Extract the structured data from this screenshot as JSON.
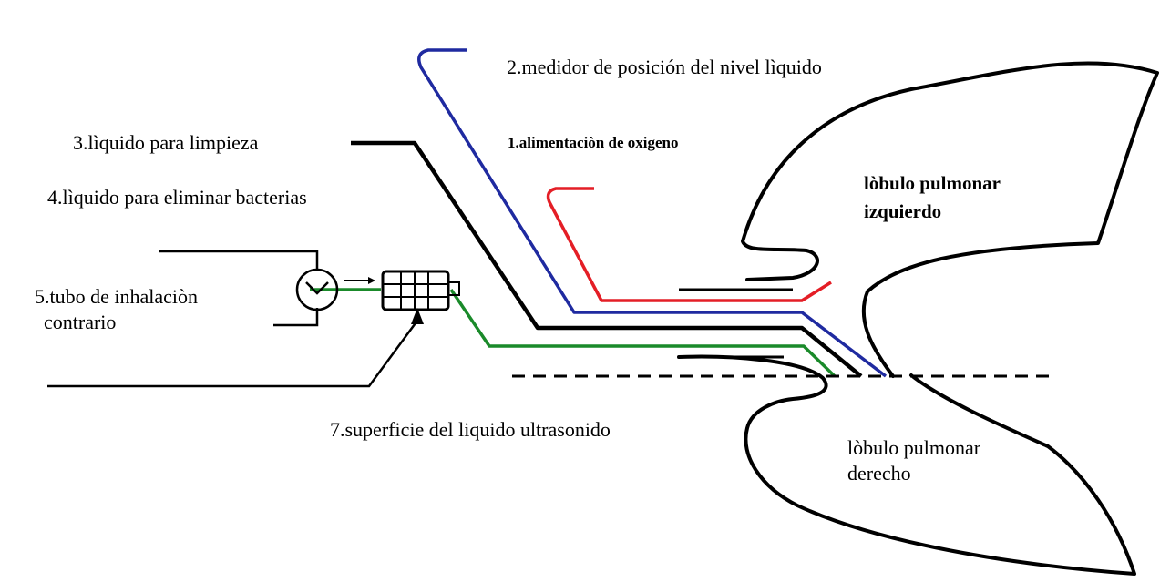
{
  "labels": {
    "oxygen_supply": "1.alimentaciòn de oxigeno",
    "level_meter": "2.medidor de posición del nivel lìquido",
    "cleaning_liquid": "3.lìquido para limpieza",
    "antibacterial_liquid": "4.lìquido para eliminar bacterias",
    "reverse_tube_line1": "5.tubo de inhalaciòn",
    "reverse_tube_line2": "contrario",
    "ultrasonic_surface": "7.superficie del liquido ultrasonido",
    "left_lobe_line1": "lòbulo pulmonar",
    "left_lobe_line2": "izquierdo",
    "right_lobe_line1": "lòbulo pulmonar",
    "right_lobe_line2": "derecho"
  },
  "colors": {
    "oxygen_line": "#e41e26",
    "level_line": "#1f2aa0",
    "cleaning_line": "#000000",
    "inhalation_line": "#1a8a2a",
    "outline": "#000000"
  }
}
